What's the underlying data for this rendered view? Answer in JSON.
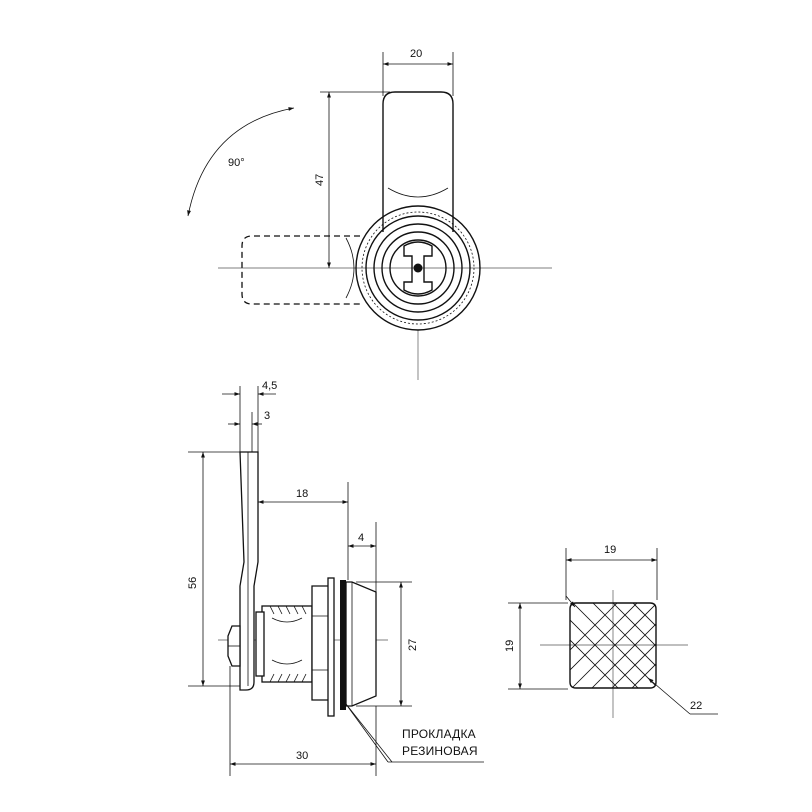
{
  "drawing": {
    "top_view": {
      "rotation_angle": "90°",
      "lever_width": "20",
      "lever_length": "47"
    },
    "side_view": {
      "thickness_outer": "4,5",
      "thickness_inner": "3",
      "lever_height": "56",
      "offset": "18",
      "head_depth": "4",
      "head_diameter": "27",
      "total_length": "30",
      "gasket_note_line1": "ПРОКЛАДКА",
      "gasket_note_line2": "РЕЗИНОВАЯ"
    },
    "cutout_view": {
      "width": "19",
      "height": "19",
      "diagonal": "22"
    }
  },
  "colors": {
    "line": "#111111",
    "axis": "#555555",
    "background": "#ffffff"
  }
}
